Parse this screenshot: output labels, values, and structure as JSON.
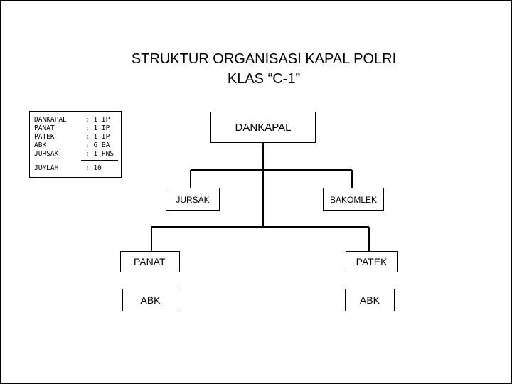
{
  "title": {
    "line1": "STRUKTUR ORGANISASI KAPAL POLRI",
    "line2": "KLAS “C-1”"
  },
  "summary": {
    "rows": [
      {
        "key": "DANKAPAL",
        "value": ": 1 IP"
      },
      {
        "key": "PANAT",
        "value": ": 1 IP"
      },
      {
        "key": "PATEK",
        "value": ": 1 IP"
      },
      {
        "key": "ABK",
        "value": ": 6 BA"
      },
      {
        "key": "JURSAK",
        "value": ": 1 PNS"
      }
    ],
    "total": {
      "key": "JUMLAH",
      "value": ": 10"
    }
  },
  "nodes": {
    "dankapal": "DANKAPAL",
    "jursak": "JURSAK",
    "bakomlek": "BAKOMLEK",
    "panat": "PANAT",
    "patek": "PATEK",
    "abk_left": "ABK",
    "abk_right": "ABK"
  }
}
